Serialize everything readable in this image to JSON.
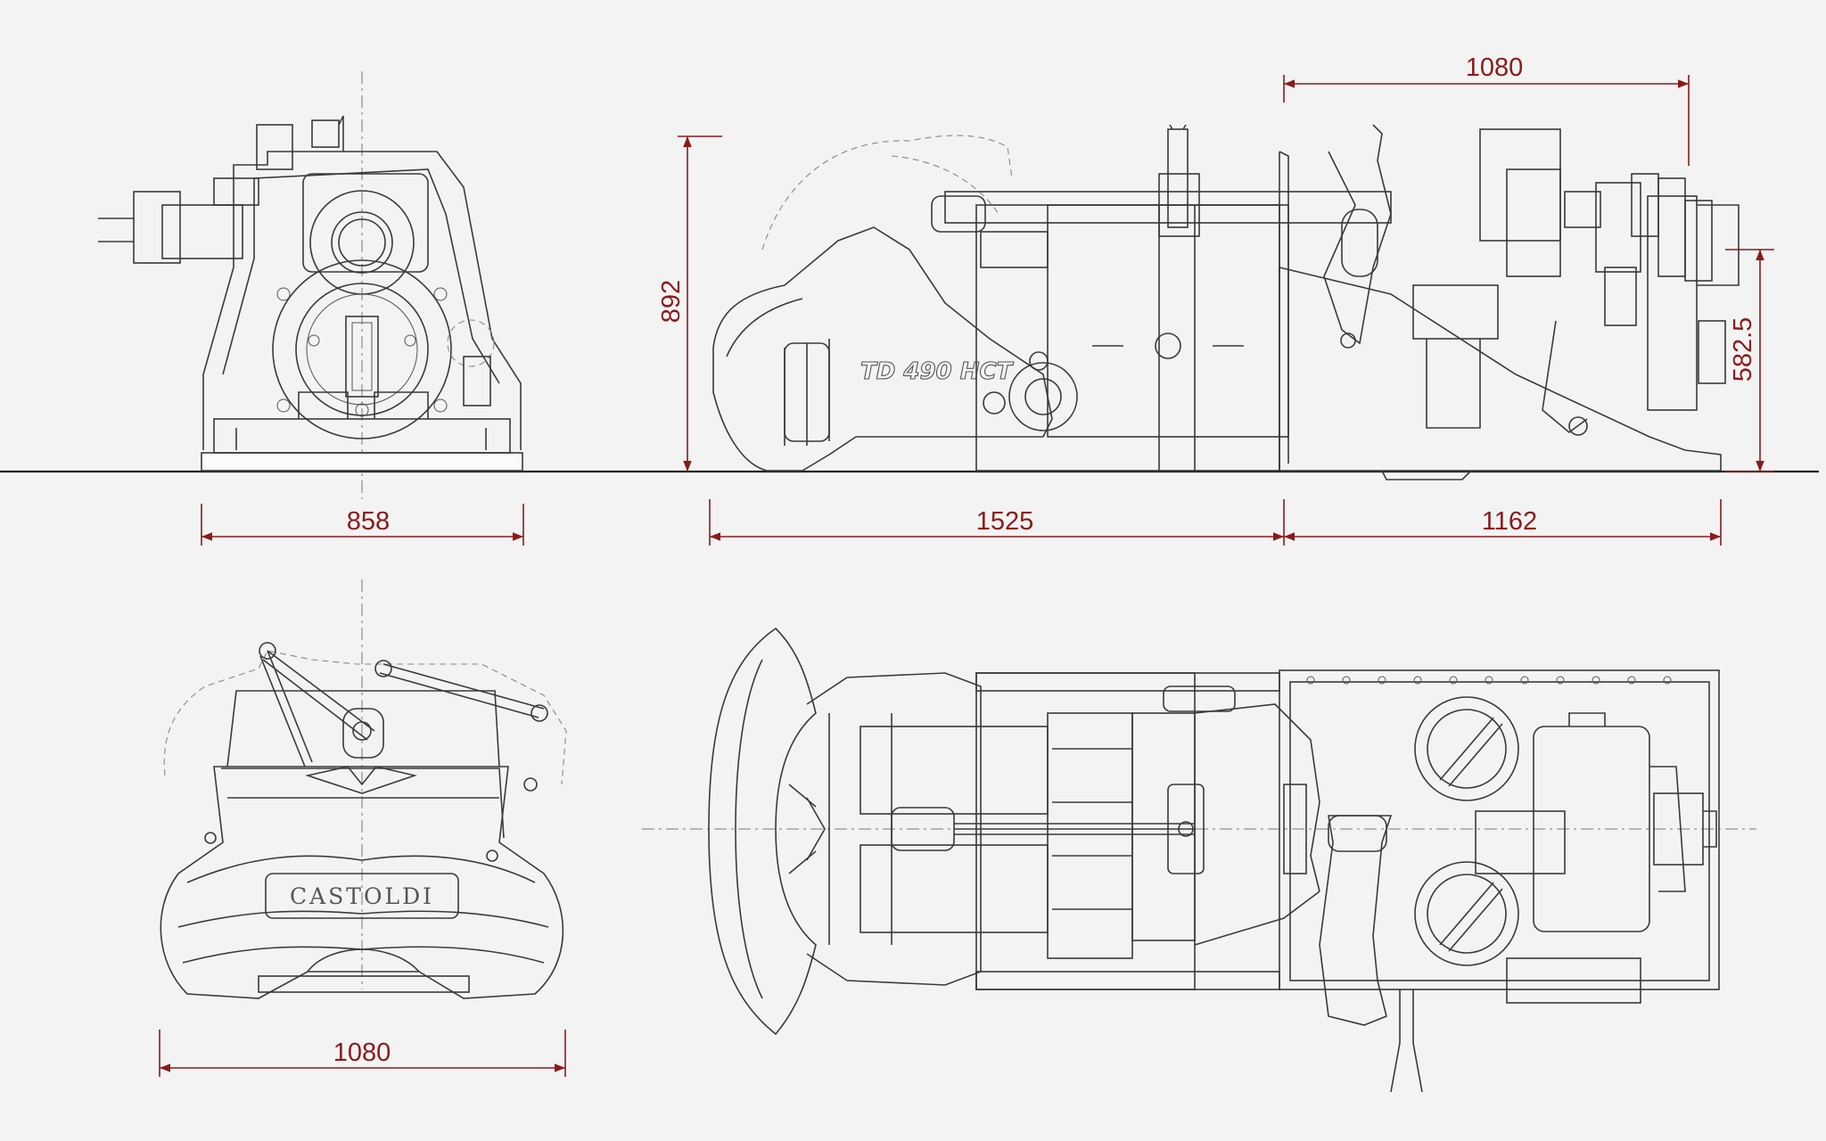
{
  "drawing": {
    "dimensions": {
      "front_width": "858",
      "side_height": "892",
      "side_length_1": "1525",
      "side_length_2": "1162",
      "top_length": "1080",
      "axis_height": "582.5",
      "rear_width": "1080"
    },
    "labels": {
      "model": "TD 490 HCT",
      "brand": "CASTOLDI"
    },
    "colors": {
      "line": "#3a3a3a",
      "dimension": "#8b1a1a",
      "background": "#f3f3f3"
    }
  }
}
